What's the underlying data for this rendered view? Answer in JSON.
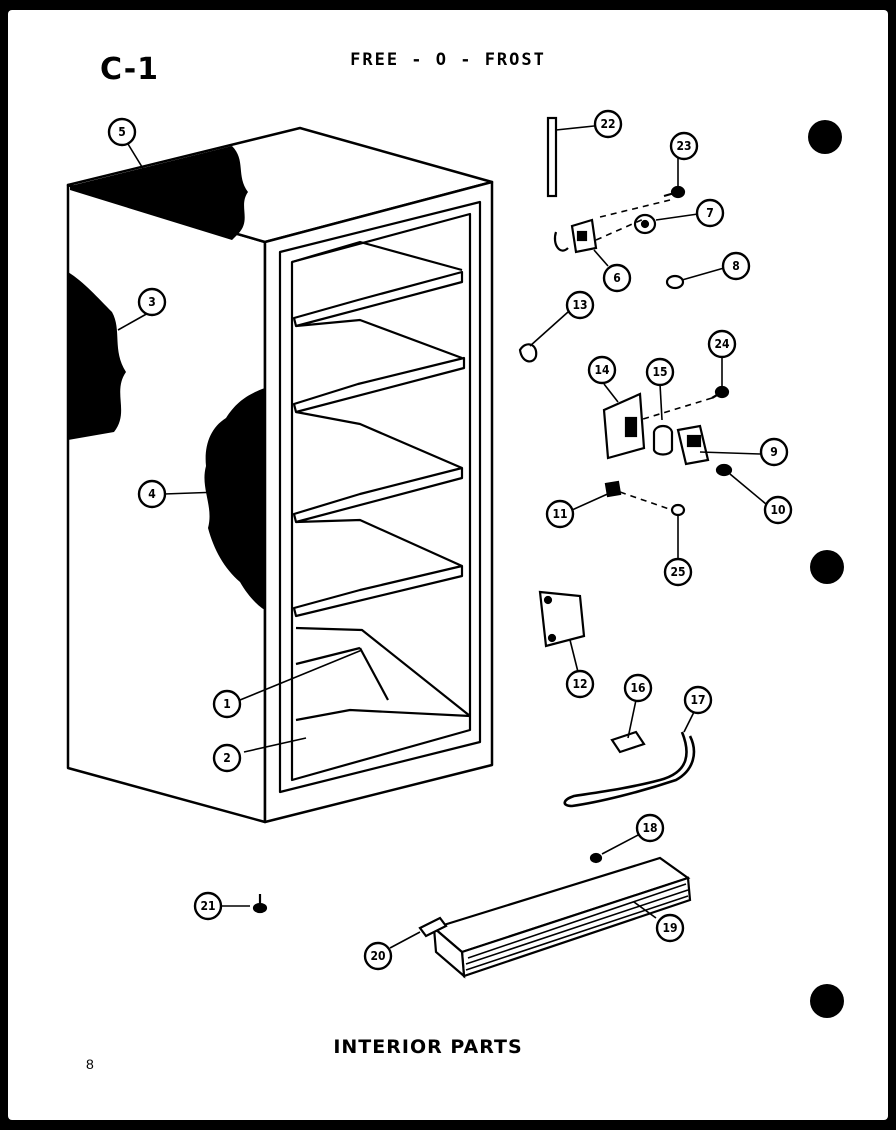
{
  "header": {
    "section_id": "C-1",
    "title": "FREE - O - FROST"
  },
  "footer": {
    "title": "INTERIOR PARTS",
    "page_number": "8"
  },
  "callouts": {
    "c1": "1",
    "c2": "2",
    "c3": "3",
    "c4": "4",
    "c5": "5",
    "c6": "6",
    "c7": "7",
    "c8": "8",
    "c9": "9",
    "c10": "10",
    "c11": "11",
    "c12": "12",
    "c13": "13",
    "c14": "14",
    "c15": "15",
    "c16": "16",
    "c17": "17",
    "c18": "18",
    "c19": "19",
    "c20": "20",
    "c21": "21",
    "c22": "22",
    "c23": "23",
    "c24": "24",
    "c25": "25"
  }
}
